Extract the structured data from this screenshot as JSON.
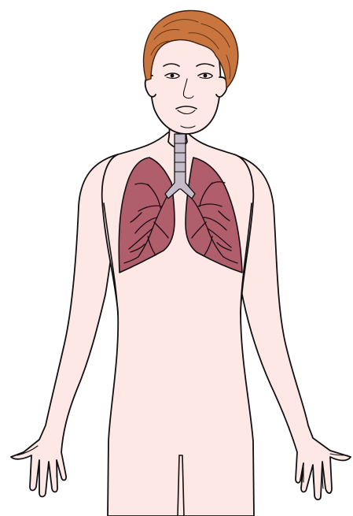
{
  "figure": {
    "subject": "",
    "colors": {
      "background": "#ffffff",
      "skin": "#fde8e6",
      "hair": "#c87540",
      "lungs": "#b05d6c",
      "trachea": "#c4bcc8",
      "outline": "#111111"
    },
    "parts": [
      "head",
      "hair",
      "face",
      "neck",
      "torso",
      "arms",
      "hands",
      "trachea",
      "left-lung",
      "right-lung",
      "bronchial-tree"
    ]
  }
}
